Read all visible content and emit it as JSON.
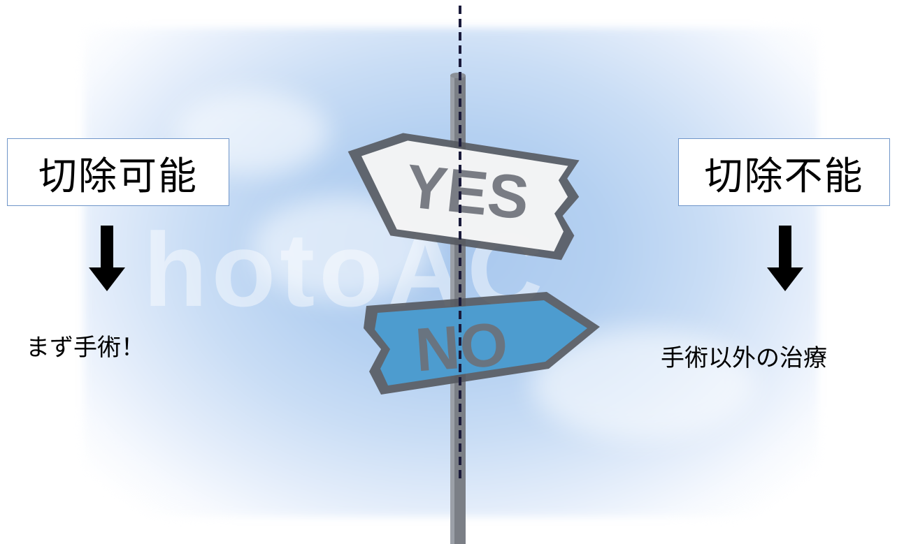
{
  "left_branch": {
    "box_label": "切除可能",
    "result": "まず手術！"
  },
  "right_branch": {
    "box_label": "切除不能",
    "result": "手術以外の治療"
  },
  "sign": {
    "yes_label": "YES",
    "no_label": "NO"
  },
  "watermark": {
    "text": "hotoAC"
  },
  "colors": {
    "box_border": "#6f95c9",
    "sky": "#b4d0f1",
    "no_sign": "#4aa6e0",
    "divider": "#1a1a3a"
  }
}
